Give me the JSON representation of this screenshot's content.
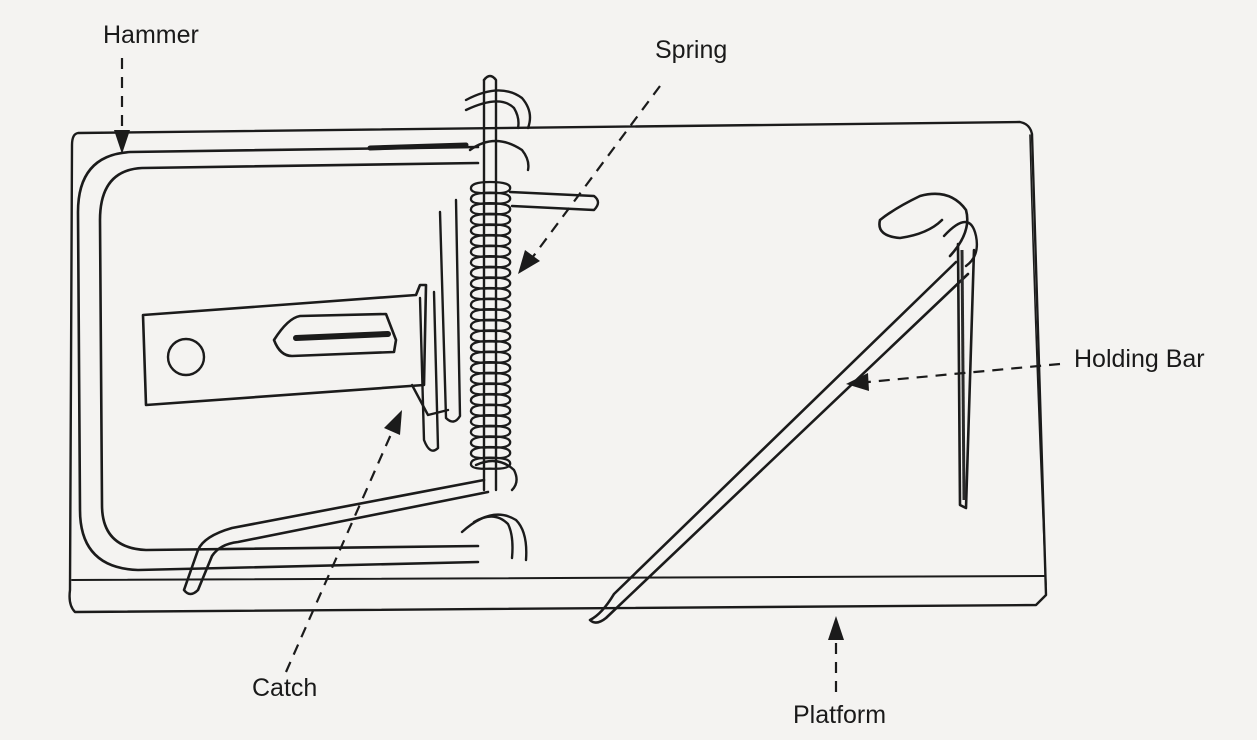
{
  "labels": {
    "hammer": "Hammer",
    "spring": "Spring",
    "holding_bar": "Holding Bar",
    "catch": "Catch",
    "platform": "Platform"
  },
  "colors": {
    "background": "#f4f3f1",
    "ink": "#1b1b1b"
  }
}
